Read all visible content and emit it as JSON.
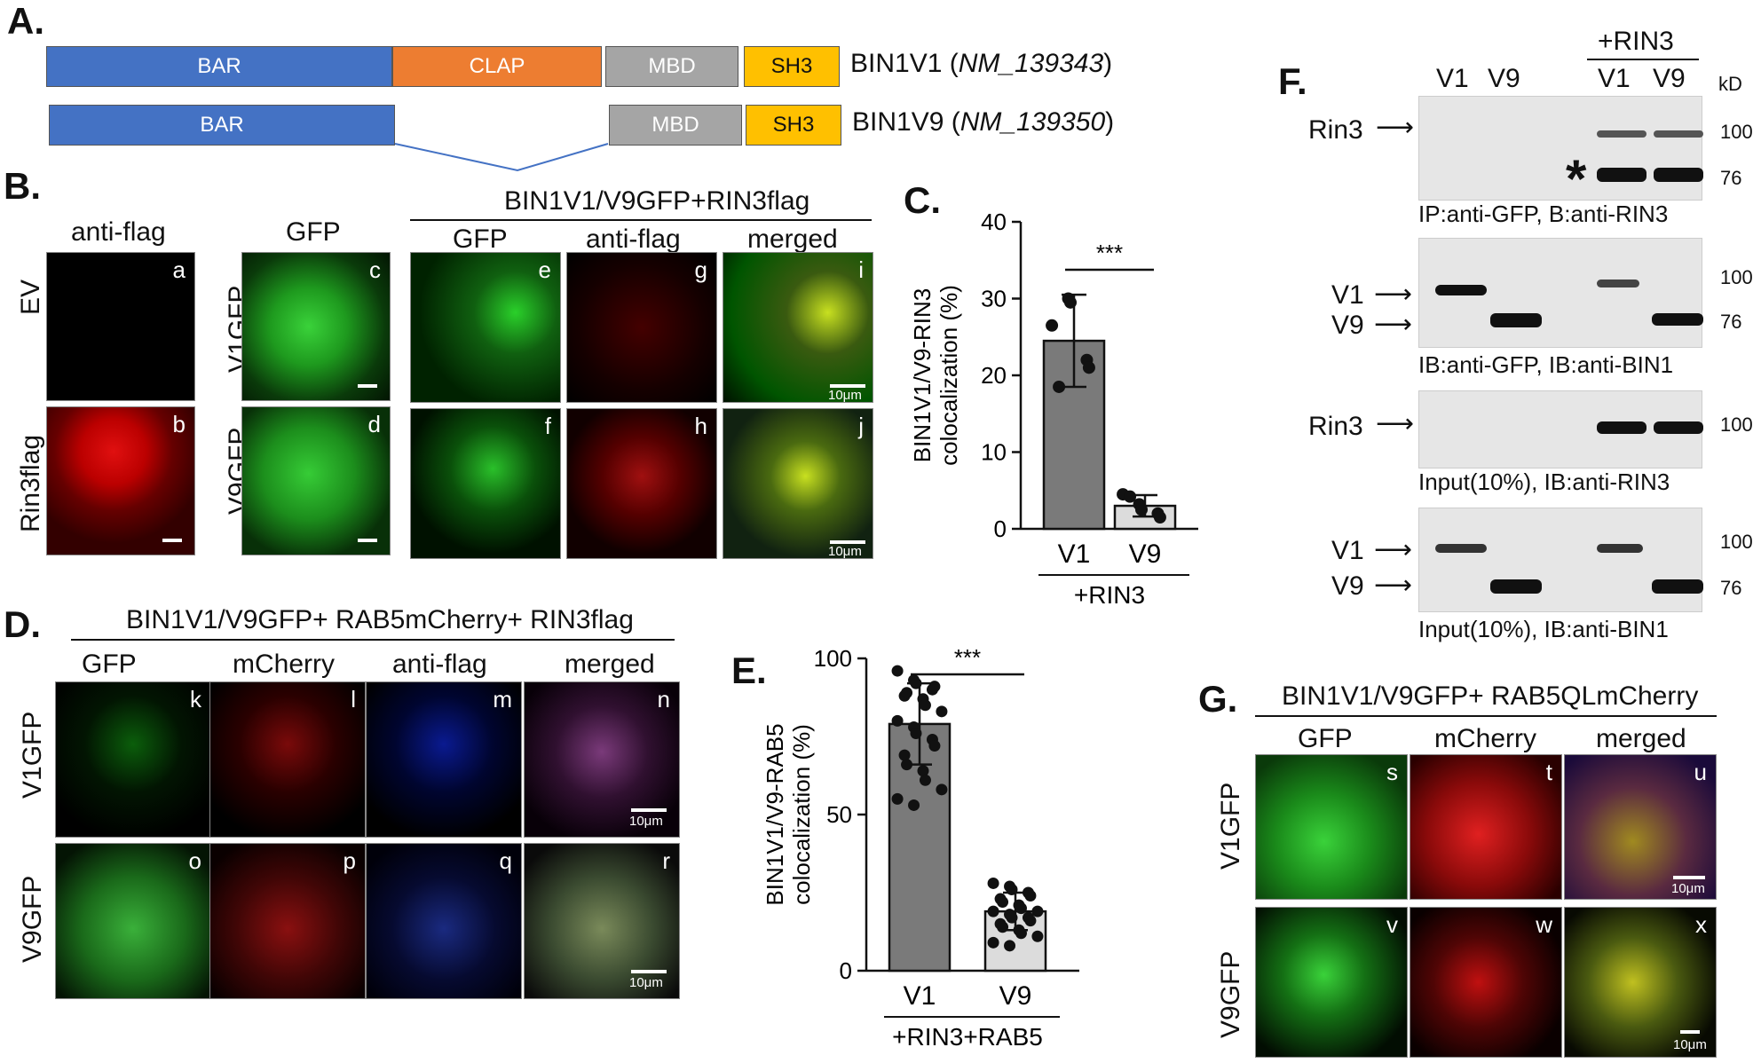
{
  "panelA": {
    "letter": "A.",
    "v1": {
      "bar": "BAR",
      "clap": "CLAP",
      "mbd": "MBD",
      "sh3": "SH3",
      "name": "BIN1V1 (",
      "acc": "NM_139343",
      "close": ")"
    },
    "v9": {
      "bar": "BAR",
      "mbd": "MBD",
      "sh3": "SH3",
      "name": "BIN1V9 (",
      "acc": "NM_139350",
      "close": ")"
    },
    "colors": {
      "bar": "#4472c4",
      "clap": "#ed7d31",
      "mbd": "#a5a5a5",
      "sh3": "#ffc000"
    }
  },
  "panelB": {
    "letter": "B.",
    "col_antiflag": "anti-flag",
    "col_gfp": "GFP",
    "group_title": "BIN1V1/V9GFP+RIN3flag",
    "sub_gfp": "GFP",
    "sub_antiflag": "anti-flag",
    "sub_merged": "merged",
    "row_ev": "EV",
    "row_rin3": "Rin3flag",
    "row_v1": "V1GFP",
    "row_v9": "V9GFP",
    "labels": [
      "a",
      "b",
      "c",
      "d",
      "e",
      "f",
      "g",
      "h",
      "i",
      "j"
    ],
    "scale": "10μm"
  },
  "panelC": {
    "letter": "C.",
    "significance": "***",
    "group_label": "+RIN3",
    "chart_data": {
      "type": "bar",
      "categories": [
        "V1",
        "V9"
      ],
      "values": [
        24.5,
        3.0
      ],
      "error": [
        6.0,
        1.4
      ],
      "points": [
        [
          26.5,
          30,
          29.5,
          22,
          21,
          18.5
        ],
        [
          4.5,
          3.2,
          2.5,
          2,
          1.5,
          4.2
        ]
      ],
      "ylabel": "BIN1V1/V9-RIN3 colocalization (%)",
      "ylim": [
        0,
        40
      ],
      "yticks": [
        0,
        10,
        20,
        30,
        40
      ]
    }
  },
  "panelD": {
    "letter": "D.",
    "title": "BIN1V1/V9GFP+ RAB5mCherry+ RIN3flag",
    "cols": [
      "GFP",
      "mCherry",
      "anti-flag",
      "merged"
    ],
    "row_v1": "V1GFP",
    "row_v9": "V9GFP",
    "labels": [
      "k",
      "l",
      "m",
      "n",
      "o",
      "p",
      "q",
      "r"
    ],
    "scale": "10μm"
  },
  "panelE": {
    "letter": "E.",
    "significance": "***",
    "group_label": "+RIN3+RAB5",
    "chart_data": {
      "type": "bar",
      "categories": [
        "V1",
        "V9"
      ],
      "values": [
        79,
        19
      ],
      "error": [
        13,
        6
      ],
      "points": [
        [
          96,
          93,
          92,
          90,
          91,
          88,
          89,
          87,
          85,
          83,
          80,
          78,
          76,
          74,
          72,
          69,
          66,
          64,
          61,
          58,
          55,
          53
        ],
        [
          28,
          27,
          26,
          25,
          24,
          23,
          22,
          21,
          20,
          19,
          19,
          18,
          17,
          17,
          16,
          15,
          14,
          13,
          12,
          11,
          9,
          8
        ]
      ],
      "ylabel": "BIN1V1/V9-RAB5 colocalization (%)",
      "ylim": [
        0,
        100
      ],
      "yticks": [
        0,
        50,
        100
      ]
    }
  },
  "panelF": {
    "letter": "F.",
    "lanes": [
      "V1",
      "V9",
      "V1",
      "V9"
    ],
    "rin3_header": "+RIN3",
    "kd": "kD",
    "blots": [
      {
        "caption": "IP:anti-GFP, B:anti-RIN3",
        "left": [
          "Rin3"
        ],
        "marks": [
          "100",
          "76"
        ],
        "star": "*"
      },
      {
        "caption": "IB:anti-GFP, IB:anti-BIN1",
        "left": [
          "V1",
          "V9"
        ],
        "marks": [
          "100",
          "76"
        ]
      },
      {
        "caption": "Input(10%), IB:anti-RIN3",
        "left": [
          "Rin3"
        ],
        "marks": [
          "100"
        ]
      },
      {
        "caption": "Input(10%), IB:anti-BIN1",
        "left": [
          "V1",
          "V9"
        ],
        "marks": [
          "100",
          "76"
        ]
      }
    ]
  },
  "panelG": {
    "letter": "G.",
    "title": "BIN1V1/V9GFP+ RAB5QLmCherry",
    "cols": [
      "GFP",
      "mCherry",
      "merged"
    ],
    "row_v1": "V1GFP",
    "row_v9": "V9GFP",
    "labels": [
      "s",
      "t",
      "u",
      "v",
      "w",
      "x"
    ],
    "scale": "10μm"
  }
}
